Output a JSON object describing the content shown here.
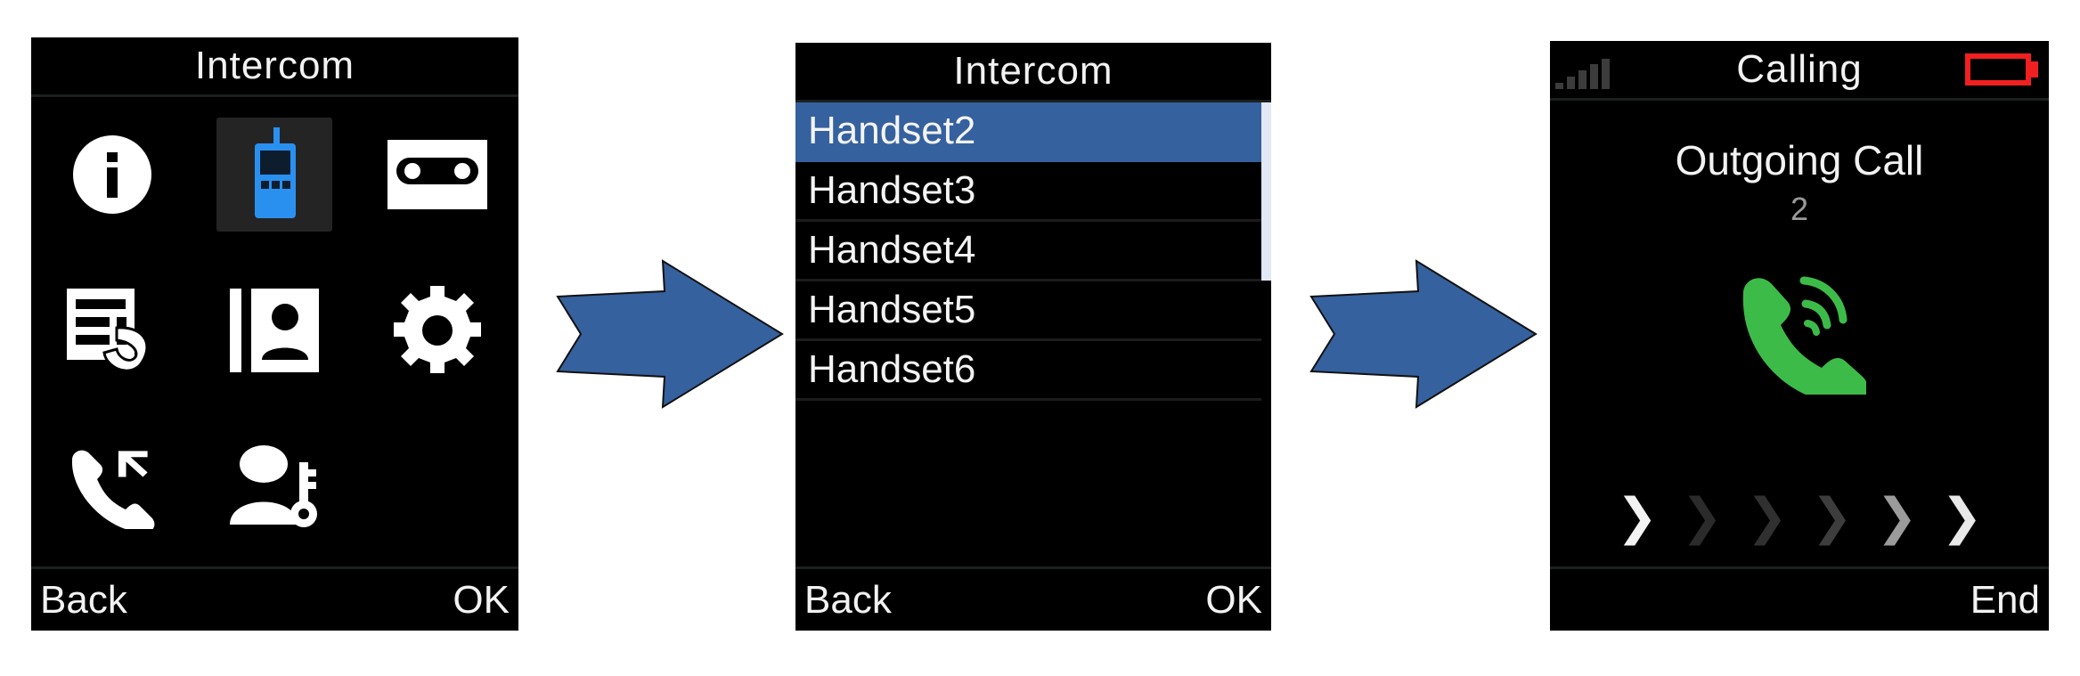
{
  "panels": [
    {
      "id": "intercom-menu",
      "title": "Intercom",
      "icons": [
        {
          "name": "info-icon",
          "label": "Info",
          "selected": false
        },
        {
          "name": "walkie-talkie-icon",
          "label": "Intercom",
          "selected": true
        },
        {
          "name": "voicemail-icon",
          "label": "Voicemail",
          "selected": false
        },
        {
          "name": "call-log-icon",
          "label": "Call Log",
          "selected": false
        },
        {
          "name": "contacts-icon",
          "label": "Contacts",
          "selected": false
        },
        {
          "name": "settings-gear-icon",
          "label": "Settings",
          "selected": false
        },
        {
          "name": "missed-call-icon",
          "label": "Missed Calls",
          "selected": false
        },
        {
          "name": "user-key-icon",
          "label": "Registration",
          "selected": false
        }
      ],
      "softkeys": {
        "left": "Back",
        "right": "OK"
      }
    },
    {
      "id": "handset-list",
      "title": "Intercom",
      "items": [
        {
          "label": "Handset2",
          "selected": true
        },
        {
          "label": "Handset3",
          "selected": false
        },
        {
          "label": "Handset4",
          "selected": false
        },
        {
          "label": "Handset5",
          "selected": false
        },
        {
          "label": "Handset6",
          "selected": false
        }
      ],
      "scrollbar": {
        "visible": true
      },
      "softkeys": {
        "left": "Back",
        "right": "OK"
      }
    },
    {
      "id": "calling",
      "title": "Calling",
      "status": {
        "signal_icon": "signal-bars-icon",
        "signal_bars": 5,
        "battery_icon": "battery-empty-icon",
        "battery_color": "#f02020"
      },
      "primary_text": "Outgoing Call",
      "secondary_text": "2",
      "call_icon": "phone-ringing-icon",
      "call_icon_color": "#3dbb48",
      "chevrons": [
        "#f2f2f2",
        "#2b2b2b",
        "#303030",
        "#3d3d3d",
        "#9b9b9b",
        "#e8e8e8"
      ],
      "softkeys": {
        "left": "",
        "right": "End"
      }
    }
  ],
  "flow_arrows": [
    {
      "name": "flow-arrow-1",
      "color": "#35619e"
    },
    {
      "name": "flow-arrow-2",
      "color": "#35619e"
    }
  ],
  "theme": {
    "screen_background": "#000000",
    "text_color": "#f2f2f2",
    "highlight_color": "#35619e",
    "selected_cell_color": "#242424",
    "scrollbar_thumb": "#e2e8f6",
    "page_background": "#ffffff"
  }
}
